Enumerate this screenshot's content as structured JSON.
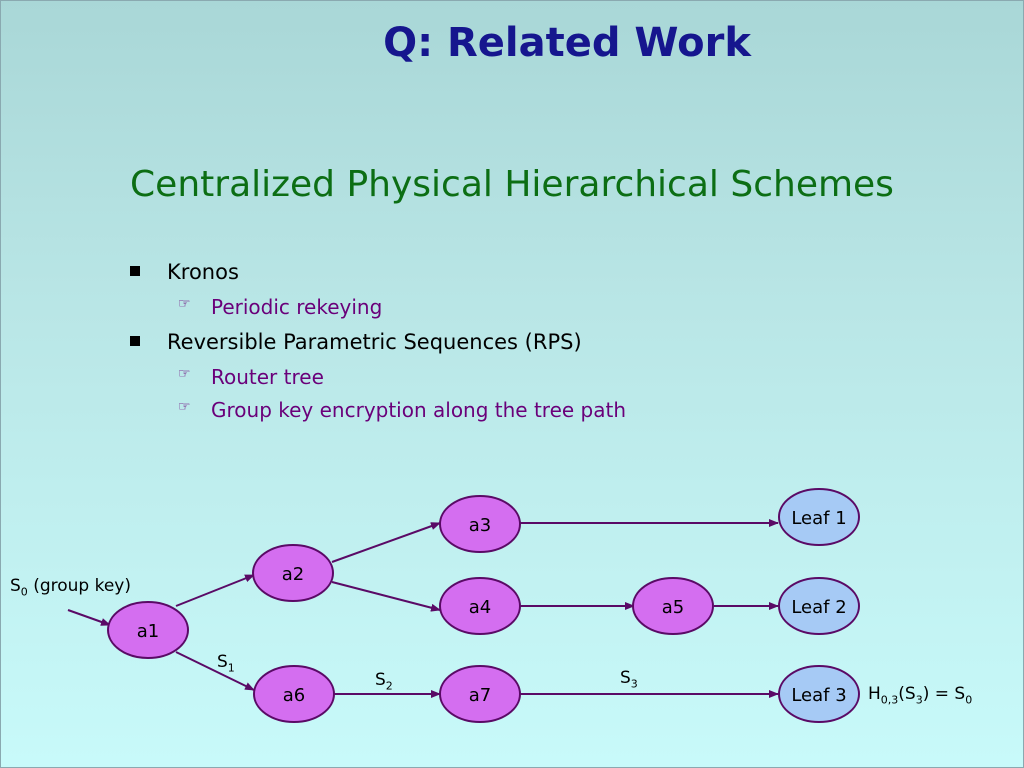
{
  "slide": {
    "title": "Q: Related Work",
    "subtitle": "Centralized Physical Hierarchical Schemes",
    "bullets": [
      {
        "text": "Kronos",
        "subs": [
          "Periodic rekeying"
        ]
      },
      {
        "text": "Reversible Parametric Sequences (RPS)",
        "subs": [
          "Router tree",
          "Group key encryption along the tree path"
        ]
      }
    ]
  },
  "diagram": {
    "nodes": {
      "a1": "a1",
      "a2": "a2",
      "a3": "a3",
      "a4": "a4",
      "a5": "a5",
      "a6": "a6",
      "a7": "a7",
      "leaf1": "Leaf 1",
      "leaf2": "Leaf 2",
      "leaf3": "Leaf 3"
    },
    "labels": {
      "s0_main": "S",
      "s0_sub": "0",
      "s0_rest": " (group key)",
      "s1_main": "S",
      "s1_sub": "1",
      "s2_main": "S",
      "s2_sub": "2",
      "s3_main": "S",
      "s3_sub": "3",
      "h_main": "H",
      "h_sub": "0,3",
      "h_mid1": "(S",
      "h_sub2": "3",
      "h_mid2": ") = S",
      "h_sub3": "0"
    },
    "colors": {
      "router_fill": "#d46ef0",
      "leaf_fill": "#a6caf5",
      "edge": "#5a0a66",
      "node_stroke": "#5a0a66"
    }
  }
}
